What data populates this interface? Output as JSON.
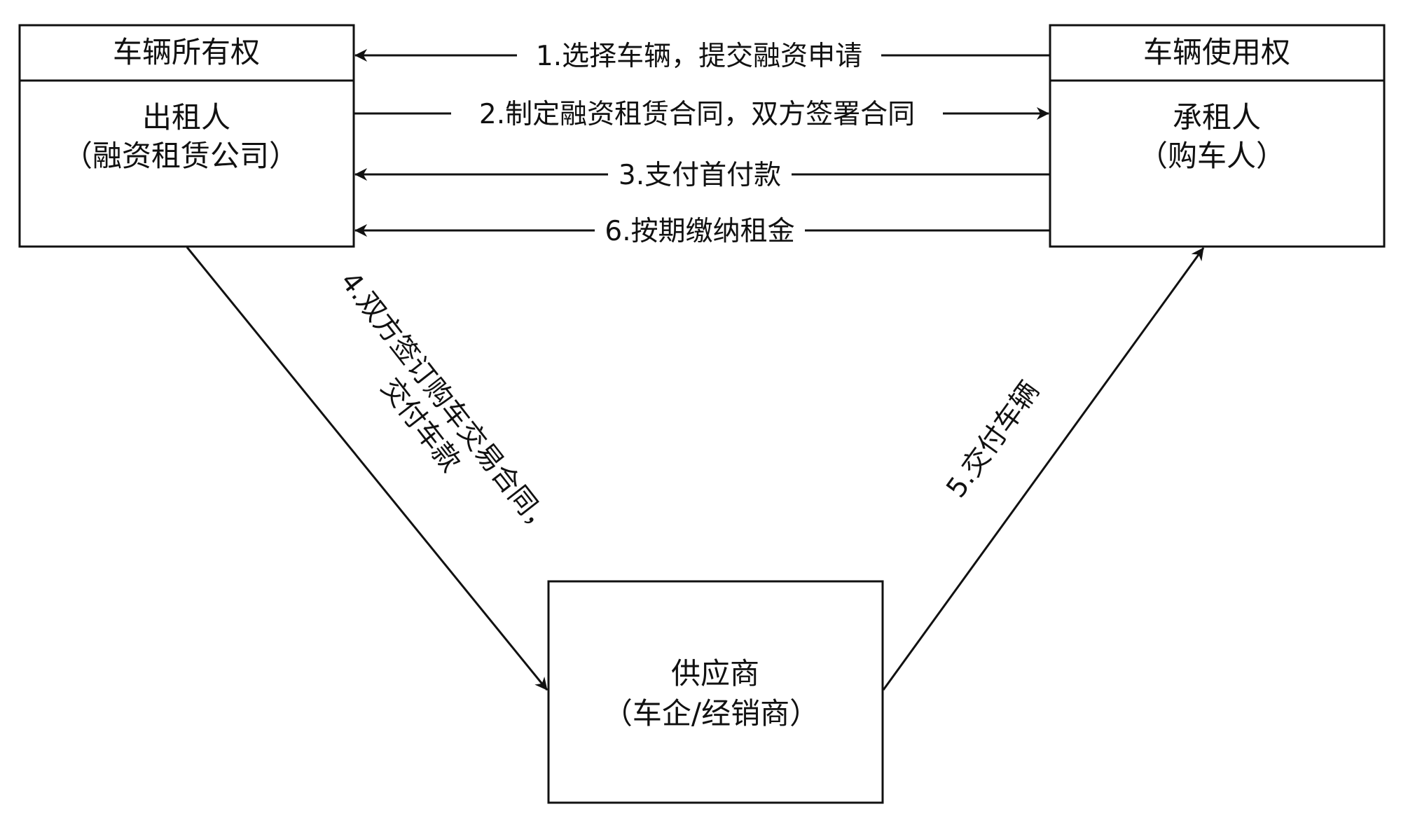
{
  "colors": {
    "stroke": "#111111",
    "background": "#ffffff",
    "text": "#111111"
  },
  "nodes": {
    "lessor": {
      "header": "车辆所有权",
      "line1": "出租人",
      "line2": "（融资租赁公司）"
    },
    "lessee": {
      "header": "车辆使用权",
      "line1": "承租人",
      "line2": "（购车人）"
    },
    "supplier": {
      "line1": "供应商",
      "line2": "（车企/经销商）"
    }
  },
  "edges": {
    "e1": {
      "label": "1.选择车辆，提交融资申请",
      "from": "lessee",
      "to": "lessor"
    },
    "e2": {
      "label": "2.制定融资租赁合同，双方签署合同",
      "from": "lessor",
      "to": "lessee"
    },
    "e3": {
      "label": "3.支付首付款",
      "from": "lessee",
      "to": "lessor"
    },
    "e4": {
      "line1": "4.双方签订购车交易合同，",
      "line2": "交付车款",
      "from": "lessor",
      "to": "supplier"
    },
    "e5": {
      "label": "5.交付车辆",
      "from": "supplier",
      "to": "lessee"
    },
    "e6": {
      "label": "6.按期缴纳租金",
      "from": "lessee",
      "to": "lessor"
    }
  }
}
